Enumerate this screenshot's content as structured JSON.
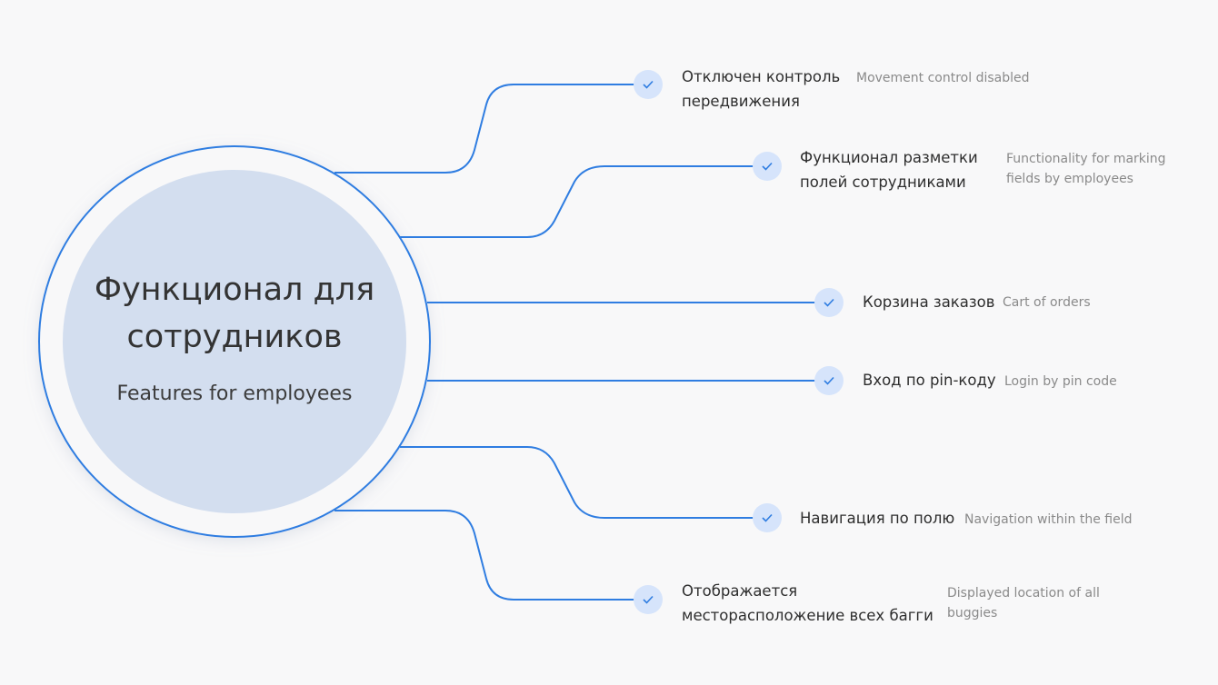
{
  "center": {
    "title_line1": "Функционал для",
    "title_line2": "сотрудников",
    "subtitle": "Features for employees"
  },
  "colors": {
    "accent": "#2f7de1",
    "node_fill": "#d6e4fb",
    "center_fill": "#d3deef"
  },
  "features": [
    {
      "ru_line1": "Отключен контроль",
      "ru_line2": "передвижения",
      "en_line1": "Movement control disabled",
      "en_line2": "",
      "icon": "check-icon"
    },
    {
      "ru_line1": "Функционал разметки",
      "ru_line2": "полей сотрудниками",
      "en_line1": "Functionality for marking",
      "en_line2": "fields by employees",
      "icon": "check-icon"
    },
    {
      "ru_line1": "Корзина заказов",
      "ru_line2": "",
      "en_line1": "Cart of orders",
      "en_line2": "",
      "icon": "check-icon"
    },
    {
      "ru_line1": "Вход по pin-коду",
      "ru_line2": "",
      "en_line1": "Login by pin code",
      "en_line2": "",
      "icon": "check-icon"
    },
    {
      "ru_line1": "Навигация по полю",
      "ru_line2": "",
      "en_line1": "Navigation within the field",
      "en_line2": "",
      "icon": "check-icon"
    },
    {
      "ru_line1": "Отображается",
      "ru_line2": "месторасположение всех багги",
      "en_line1": "Displayed location of all",
      "en_line2": "buggies",
      "icon": "check-icon"
    }
  ]
}
